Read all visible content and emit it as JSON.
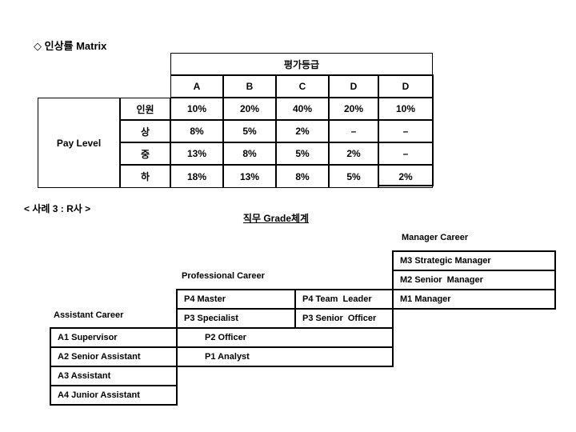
{
  "slide": {
    "title": "◇ 인상률 Matrix",
    "case_label": "< 사례 3 : R사 >"
  },
  "matrix": {
    "group_header": "평가등급",
    "corner_label": "Pay Level",
    "col_headers": [
      "A",
      "B",
      "C",
      "D",
      "D"
    ],
    "rows": [
      {
        "label": "인원",
        "cells": [
          "10%",
          "20%",
          "40%",
          "20%",
          "10%"
        ]
      },
      {
        "label": "상",
        "cells": [
          "8%",
          "5%",
          "2%",
          "–",
          "–"
        ]
      },
      {
        "label": "중",
        "cells": [
          "13%",
          "8%",
          "5%",
          "2%",
          "–"
        ]
      },
      {
        "label": "하",
        "cells": [
          "18%",
          "13%",
          "8%",
          "5%",
          "2%"
        ]
      }
    ]
  },
  "grade_chart": {
    "title": "직무 Grade체계",
    "manager": {
      "label": "Manager Career",
      "items": [
        "M3 Strategic Manager",
        "M2 Senior  Manager",
        "M1 Manager"
      ]
    },
    "professional": {
      "label": "Professional Career",
      "rows": [
        {
          "left": "P4 Master",
          "right": "P4 Team  Leader"
        },
        {
          "left": "P3 Specialist",
          "right": "P3 Senior  Officer"
        }
      ],
      "wide_rows": [
        "P2 Officer",
        "P1 Analyst"
      ]
    },
    "assistant": {
      "label": "Assistant Career",
      "items": [
        "A1 Supervisor",
        "A2 Senior Assistant",
        "A3 Assistant",
        "A4 Junior Assistant"
      ]
    }
  }
}
